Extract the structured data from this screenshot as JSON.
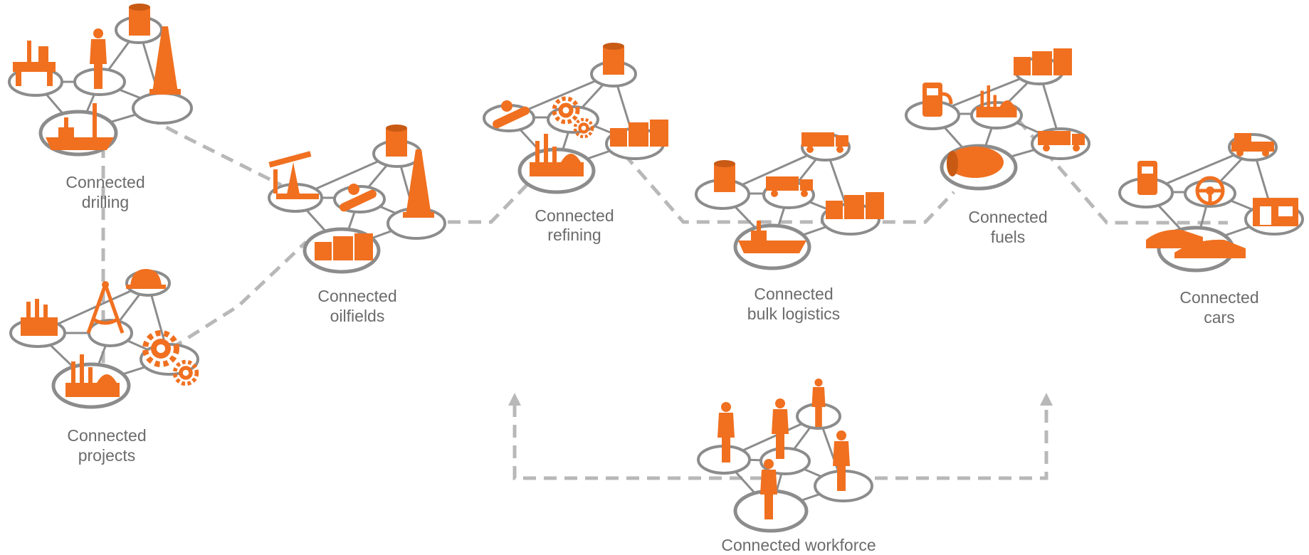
{
  "colors": {
    "accent": "#f07020",
    "ring": "#8c8c8c",
    "connector": "#b8b8b8",
    "label": "#6b6b6b"
  },
  "clusters": {
    "drilling": {
      "line1": "Connected",
      "line2": "drilling",
      "icons": [
        "offshore-rig-icon",
        "worker-icon",
        "storage-tank-icon",
        "derrick-icon",
        "drill-ship-icon"
      ]
    },
    "projects": {
      "line1": "Connected",
      "line2": "projects",
      "icons": [
        "factory-icon",
        "compass-icon",
        "hard-hat-icon",
        "gear-icon",
        "refinery-icon"
      ]
    },
    "oilfields": {
      "line1": "Connected",
      "line2": "oilfields",
      "icons": [
        "pump-jack-icon",
        "valve-icon",
        "storage-tank-icon",
        "derrick-icon",
        "tank-farm-icon"
      ]
    },
    "refining": {
      "line1": "Connected",
      "line2": "refining",
      "icons": [
        "valve-icon",
        "gears-icon",
        "storage-tank-icon",
        "tank-farm-icon",
        "refinery-icon"
      ]
    },
    "logistics": {
      "line1": "Connected",
      "line2": "bulk logistics",
      "icons": [
        "storage-tank-icon",
        "tanker-truck-icon",
        "truck-icon",
        "tank-farm-icon",
        "tanker-ship-icon"
      ]
    },
    "fuels": {
      "line1": "Connected",
      "line2": "fuels",
      "icons": [
        "fuel-pump-icon",
        "refinery-icon",
        "tank-farm-icon",
        "tanker-truck-icon",
        "aircraft-engine-icon"
      ]
    },
    "cars": {
      "line1": "Connected",
      "line2": "cars",
      "icons": [
        "fuel-pump-icon",
        "steering-wheel-icon",
        "pickup-truck-icon",
        "service-station-icon",
        "sports-cars-icon"
      ]
    },
    "workforce": {
      "line1": "Connected workforce",
      "line2": "",
      "icons": [
        "worker-icon",
        "engineer-icon",
        "woman-icon",
        "walking-worker-icon",
        "manager-icon"
      ]
    }
  }
}
